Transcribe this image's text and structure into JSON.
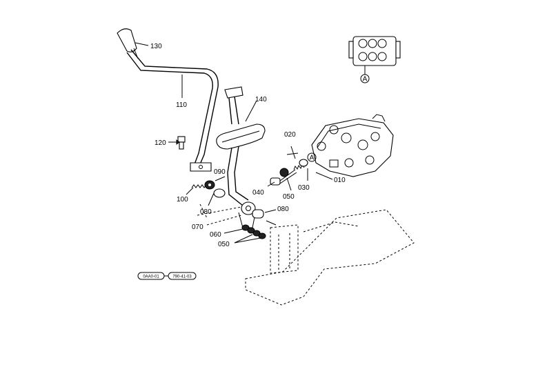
{
  "callouts": {
    "p130": "130",
    "p110": "110",
    "p140": "140",
    "p120": "120",
    "p020": "020",
    "p090": "090",
    "p100": "100",
    "p080a": "080",
    "p040": "040",
    "p050a": "050",
    "p030": "030",
    "p010": "010",
    "p080b": "080",
    "p070": "070",
    "p060": "060",
    "p050b": "050"
  },
  "refs": {
    "circle_a_top": "A",
    "circle_a_valve": "A"
  },
  "badges": {
    "left": "0AA0-01",
    "right": "790-41-03"
  }
}
